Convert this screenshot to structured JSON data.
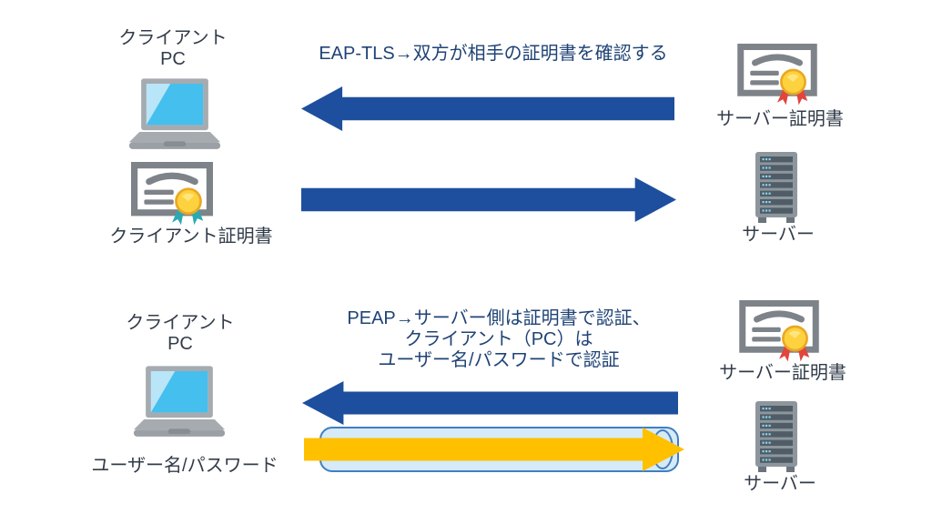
{
  "colors": {
    "arrow_blue": "#1e4f9e",
    "arrow_yellow": "#ffc000",
    "tunnel_fill": "#d6eaf7",
    "tunnel_border": "#3f7fc1",
    "caption_text": "#1f4376",
    "label_text": "#323c49"
  },
  "icons": {
    "laptop": "laptop-computer",
    "client_certificate": "certificate-with-teal-ribbon-seal",
    "server_certificate": "certificate-with-red-ribbon-seal",
    "server": "server-rack-tower",
    "tunnel": "tls-encrypted-tunnel-cylinder"
  },
  "sections": {
    "eap_tls": {
      "caption": "EAP-TLS→双方が相手の証明書を確認する",
      "client_pc_label_line1": "クライアント",
      "client_pc_label_line2": "PC",
      "client_cert_label": "クライアント証明書",
      "server_cert_label": "サーバー証明書",
      "server_label": "サーバー"
    },
    "peap": {
      "caption_lines": [
        "PEAP→サーバー側は証明書で認証、",
        "クライアント（PC）は",
        "ユーザー名/パスワードで認証"
      ],
      "client_pc_label_line1": "クライアント",
      "client_pc_label_line2": "PC",
      "credential_label": "ユーザー名/パスワード",
      "server_cert_label": "サーバー証明書",
      "server_label": "サーバー"
    }
  }
}
